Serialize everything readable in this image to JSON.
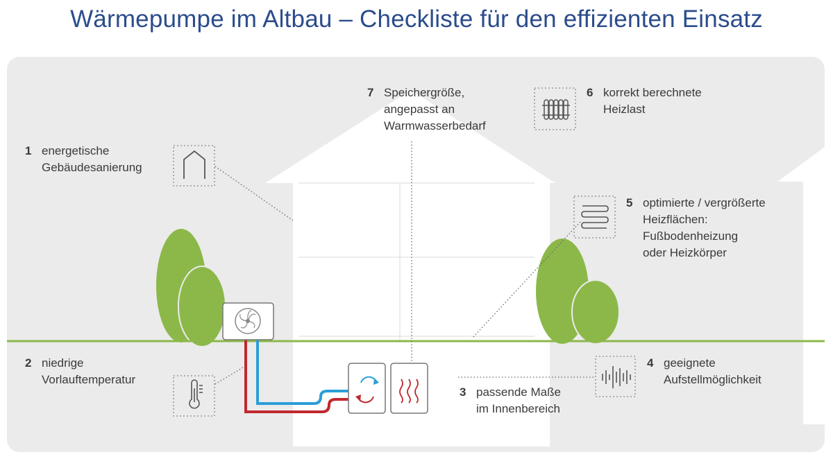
{
  "title": "Wärmepumpe im Altbau – Checkliste für den effizienten Einsatz",
  "colors": {
    "title": "#2b4c8c",
    "panel": "#ebebeb",
    "tree": "#8cb84a",
    "ground": "#8cb84a",
    "pipe_hot": "#c0282d",
    "pipe_cold": "#2a9ed8"
  },
  "items": [
    {
      "num": "1",
      "lines": [
        "energetische",
        "Gebäudesanierung"
      ],
      "icon": "house-outline-icon"
    },
    {
      "num": "2",
      "lines": [
        "niedrige",
        "Vorlauftemperatur"
      ],
      "icon": "thermometer-icon"
    },
    {
      "num": "3",
      "lines": [
        "passende Maße",
        "im Innenbereich"
      ],
      "icon": "indoor-unit-icon"
    },
    {
      "num": "4",
      "lines": [
        "geeignete",
        "Aufstellmöglichkeit"
      ],
      "icon": "sound-wave-icon"
    },
    {
      "num": "5",
      "lines": [
        "optimierte / vergrößerte",
        "Heizflächen:",
        "Fußbodenheizung",
        "oder Heizkörper"
      ],
      "icon": "floor-heating-icon"
    },
    {
      "num": "6",
      "lines": [
        "korrekt berechnete",
        "Heizlast"
      ],
      "icon": "radiator-icon"
    },
    {
      "num": "7",
      "lines": [
        "Speichergröße,",
        "angepasst an",
        "Warmwasserbedarf"
      ],
      "icon": "storage-tank-icon"
    }
  ]
}
